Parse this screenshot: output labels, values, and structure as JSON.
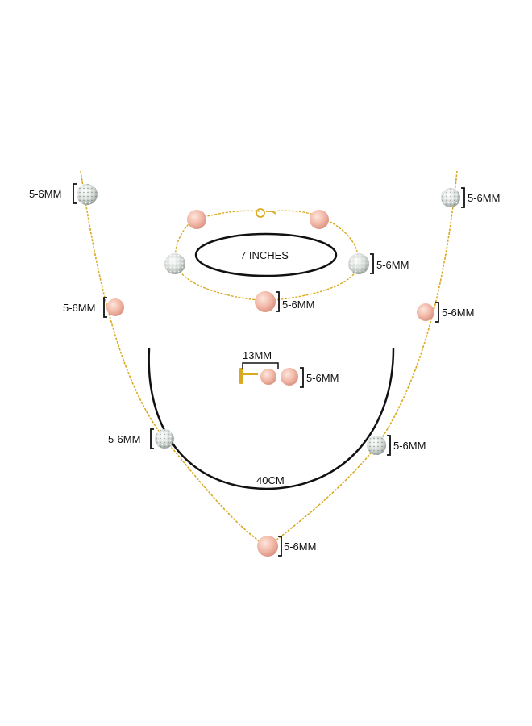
{
  "labels": {
    "bead_size": "5-6MM",
    "bracelet_length": "7 INCHES",
    "necklace_length": "40CM",
    "earring_length": "13MM"
  },
  "colors": {
    "chain": "#d9a91f",
    "pearl": "#f1b8a8",
    "pearl_highlight": "#fbe0d6",
    "crystal": "#d6dbd8",
    "crystal_dark": "#8c958f",
    "ink": "#111111"
  }
}
